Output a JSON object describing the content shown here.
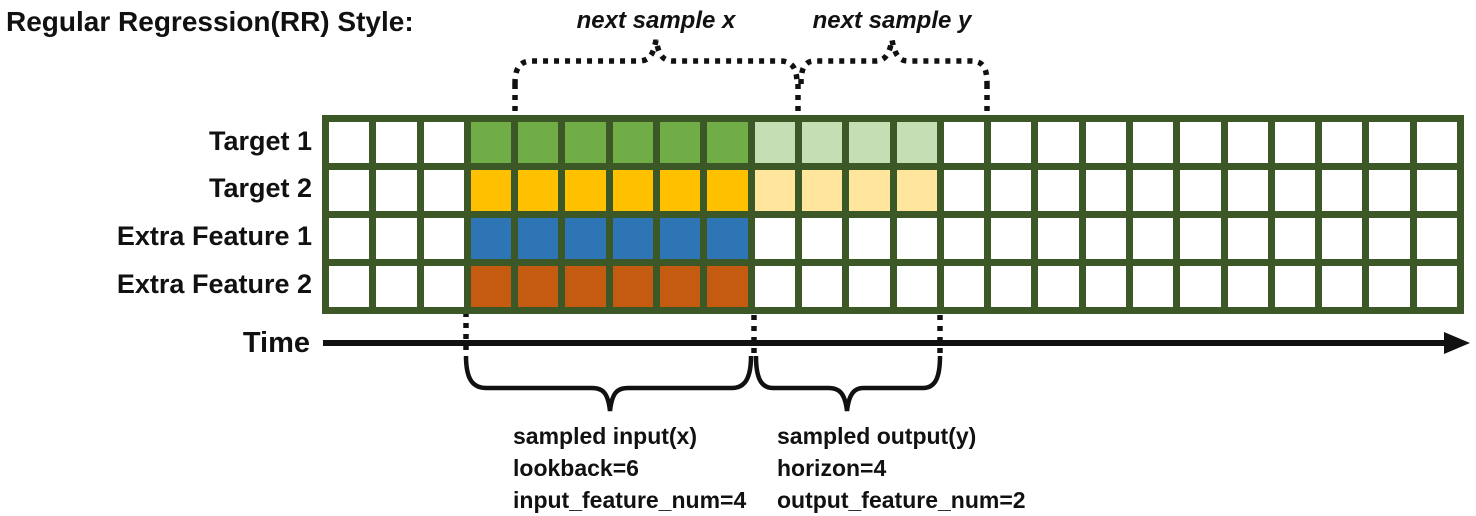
{
  "title": "Regular Regression(RR) Style:",
  "annotations": {
    "next_sample_x": "next sample x",
    "next_sample_y": "next sample y"
  },
  "time_axis": {
    "label": "Time"
  },
  "grid": {
    "columns": 24,
    "border_color": "#3C5826",
    "empty_cell_color": "#FFFFFF",
    "input_start_col": 4,
    "input_cols": 6,
    "output_start_col": 10,
    "output_cols": 4,
    "rows": [
      {
        "label": "Target 1",
        "input_color": "#70AD47",
        "output_color": "#C6DEB4"
      },
      {
        "label": "Target 2",
        "input_color": "#FFC000",
        "output_color": "#FFE69C"
      },
      {
        "label": "Extra Feature 1",
        "input_color": "#2E75B6",
        "output_color": null
      },
      {
        "label": "Extra Feature 2",
        "input_color": "#C55A11",
        "output_color": null
      }
    ]
  },
  "sample_info": {
    "input": {
      "lines": [
        "sampled input(x)",
        "lookback=6",
        "input_feature_num=4"
      ]
    },
    "output": {
      "lines": [
        "sampled output(y)",
        "horizon=4",
        "output_feature_num=2"
      ]
    }
  }
}
